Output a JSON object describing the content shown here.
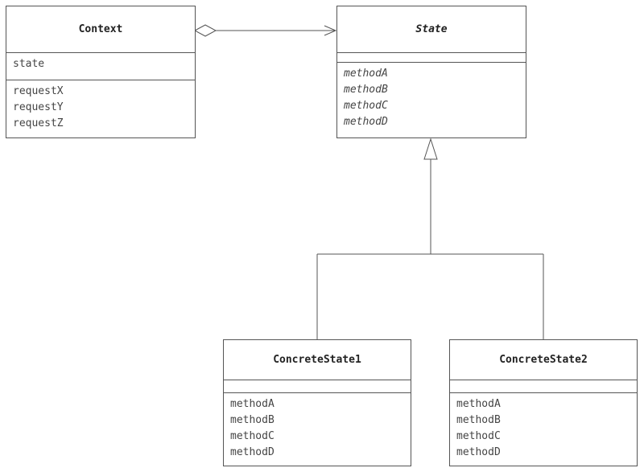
{
  "context": {
    "name": "Context",
    "attributes": [
      "state"
    ],
    "methods": [
      "requestX",
      "requestY",
      "requestZ"
    ]
  },
  "state": {
    "name": "State",
    "attributes": [],
    "methods": [
      "methodA",
      "methodB",
      "methodC",
      "methodD"
    ]
  },
  "concrete_state_1": {
    "name": "ConcreteState1",
    "attributes": [],
    "methods": [
      "methodA",
      "methodB",
      "methodC",
      "methodD"
    ]
  },
  "concrete_state_2": {
    "name": "ConcreteState2",
    "attributes": [],
    "methods": [
      "methodA",
      "methodB",
      "methodC",
      "methodD"
    ]
  },
  "colors": {
    "line": "#555555",
    "text": "#2a2a2a"
  }
}
